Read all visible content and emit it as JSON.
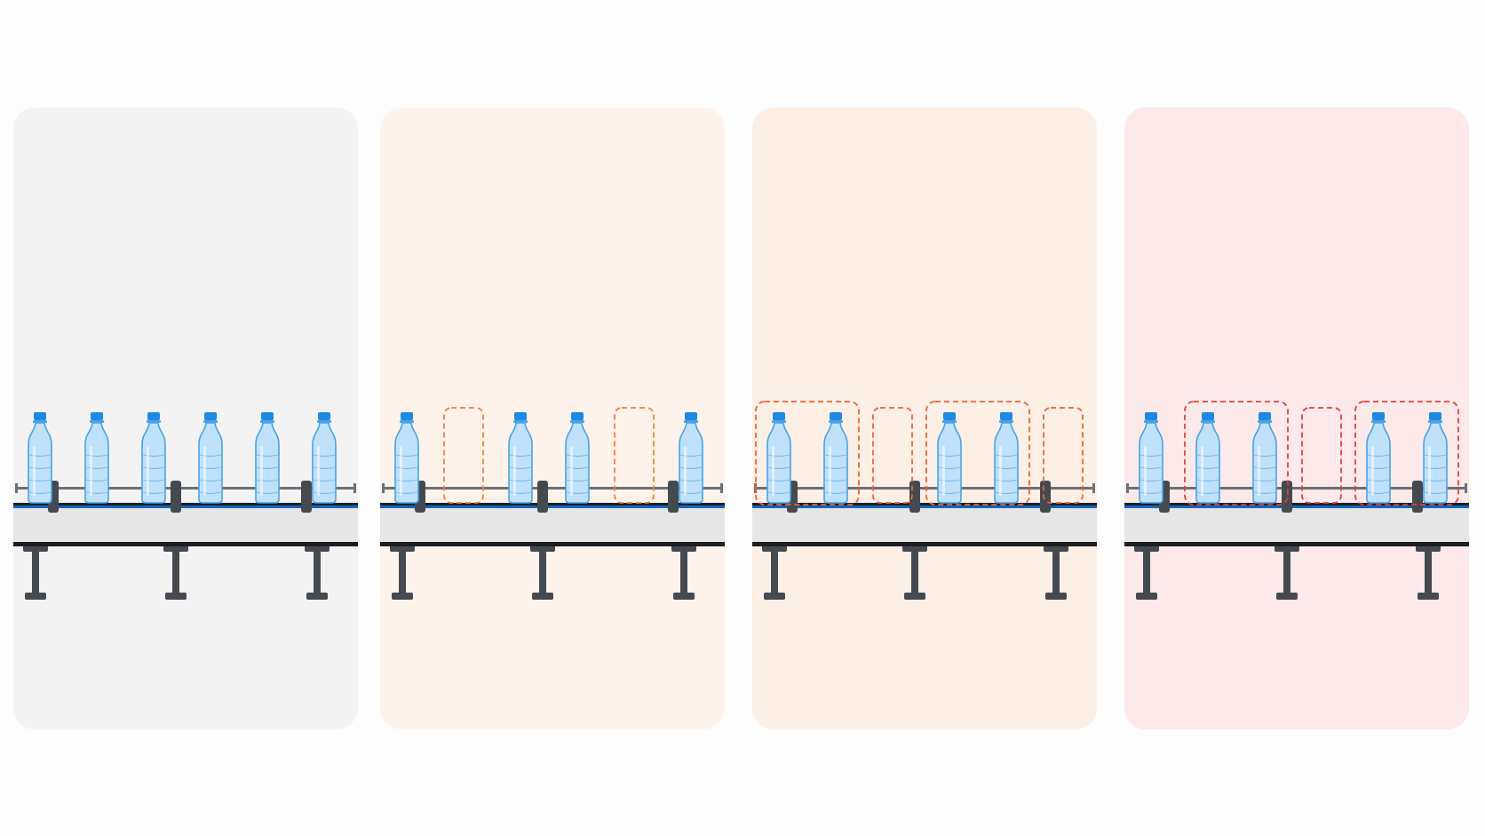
{
  "panels": [
    {
      "name": "panel-full-line",
      "background": "#f3f3f3",
      "slots": [
        "bottle",
        "bottle",
        "bottle",
        "bottle",
        "bottle",
        "bottle"
      ],
      "groups": []
    },
    {
      "name": "panel-missing-bottles",
      "background": "#fdf3ea",
      "highlight_color": "#f0803c",
      "slots": [
        "bottle",
        "missing",
        "bottle",
        "bottle",
        "missing",
        "bottle"
      ],
      "groups": []
    },
    {
      "name": "panel-grouped-gaps",
      "background": "#fcefe6",
      "highlight_color": "#ec6435",
      "slots": [
        "bottle",
        "bottle",
        "missing",
        "bottle",
        "bottle",
        "missing"
      ],
      "groups": [
        [
          0,
          1
        ],
        [
          3,
          4
        ]
      ]
    },
    {
      "name": "panel-critical-gaps",
      "background": "#fce9ea",
      "highlight_color": "#e0413a",
      "slots": [
        "bottle",
        "bottle",
        "bottle",
        "missing",
        "bottle",
        "bottle"
      ],
      "groups": [
        [
          1,
          2
        ],
        [
          4,
          5
        ]
      ]
    }
  ],
  "colors": {
    "bottle_body": "#bfe1fb",
    "bottle_outline": "#4aa3e6",
    "bottle_cap": "#1e88e5",
    "belt_surface": "#e6e6e6",
    "belt_edge": "#1b1f24",
    "belt_accent": "#1565c0",
    "frame": "#454a50",
    "guide_rail": "#6b7075"
  }
}
